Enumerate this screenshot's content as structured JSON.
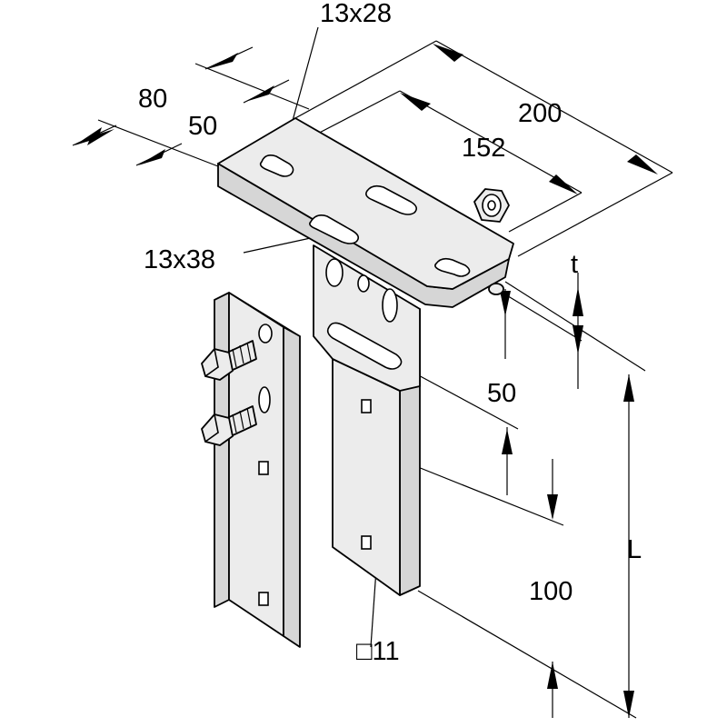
{
  "dimensions": {
    "slot_top": "13x28",
    "width_80": "80",
    "width_50": "50",
    "length_200": "200",
    "length_152": "152",
    "slot_mid": "13x38",
    "thickness": "t",
    "height_50": "50",
    "length_L": "L",
    "height_100": "100",
    "square_hole": "□11"
  }
}
